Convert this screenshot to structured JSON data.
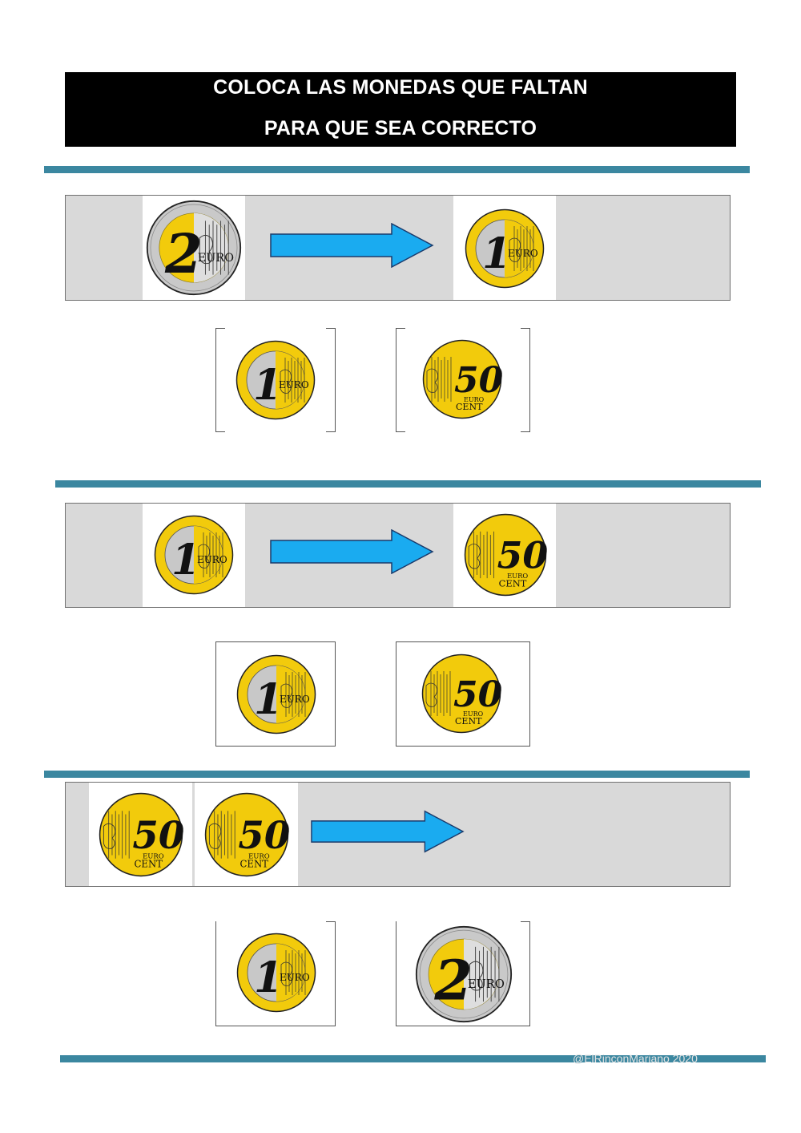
{
  "header": {
    "line1": "COLOCA LAS MONEDAS QUE FALTAN",
    "line2": "PARA QUE SEA CORRECTO"
  },
  "colors": {
    "rule": "#3b87a0",
    "arrow": "#1aabf0",
    "band": "#d9d9d9",
    "coin_gold": "#f2cb0c",
    "coin_silver": "#c9c9c9"
  },
  "coin_labels": {
    "one_euro": {
      "num": "1",
      "unit": "EURO"
    },
    "two_euro": {
      "num": "2",
      "unit": "EURO"
    },
    "fifty_cent": {
      "num": "50",
      "top": "EURO",
      "bottom": "CENT"
    }
  },
  "exercises": [
    {
      "given": [
        "2-euro-coin"
      ],
      "result": "1-euro-coin",
      "options": [
        "1-euro-coin",
        "50-cent-coin"
      ]
    },
    {
      "given": [
        "1-euro-coin"
      ],
      "result": "50-cent-coin",
      "options": [
        "1-euro-coin",
        "50-cent-coin"
      ]
    },
    {
      "given": [
        "50-cent-coin",
        "50-cent-coin"
      ],
      "result": "",
      "options": [
        "1-euro-coin",
        "2-euro-coin"
      ]
    }
  ],
  "watermark": "@ElRinconMariano 2020"
}
